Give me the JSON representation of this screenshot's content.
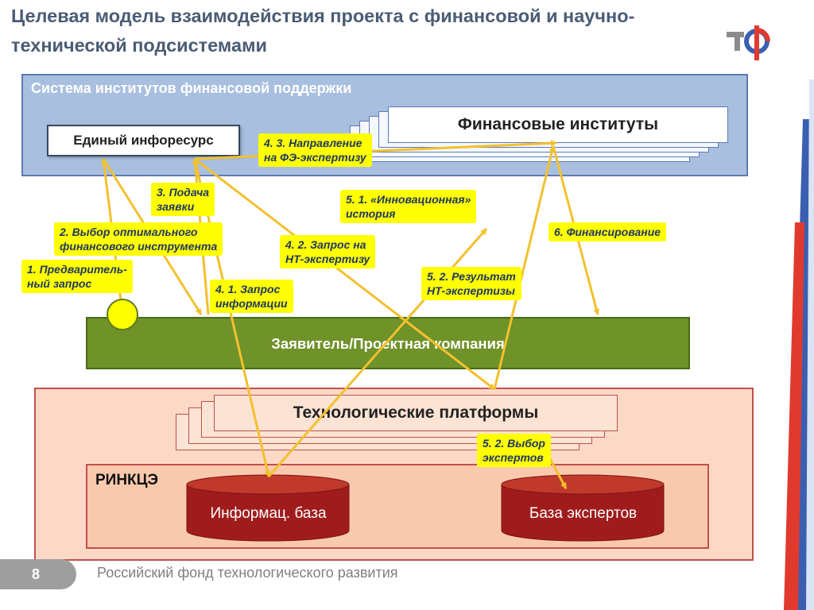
{
  "title": "Целевая модель взаимодействия проекта с финансовой и научно-технической подсистемами",
  "system": {
    "title": "Система институтов финансовой поддержки",
    "info_resource": "Единый инфоресурс",
    "financial_institutes": "Финансовые институты"
  },
  "applicant": "Заявитель/Проектная компания",
  "tech_platforms": "Технологические платформы",
  "rinkce": {
    "label": "РИНКЦЭ",
    "info_db": "Информац. база",
    "experts_db": "База экспертов"
  },
  "callouts": [
    {
      "id": "c1",
      "text": "1. Предваритель-\nный  запрос"
    },
    {
      "id": "c2",
      "text": "2.  Выбор оптимального\nфинансового инструмента"
    },
    {
      "id": "c3",
      "text": "3.  Подача\nзаявки"
    },
    {
      "id": "c41",
      "text": "4. 1. Запрос\nинформации"
    },
    {
      "id": "c42",
      "text": "4. 2. Запрос на\nНТ-экспертизу"
    },
    {
      "id": "c43",
      "text": "4. 3. Направление\nна ФЭ-экспертизу"
    },
    {
      "id": "c51",
      "text": "5. 1. «Инновационная»\nистория"
    },
    {
      "id": "c52",
      "text": "5. 2. Результат\nНТ-экспертизы"
    },
    {
      "id": "c52b",
      "text": "5. 2. Выбор\nэкспертов"
    },
    {
      "id": "c6",
      "text": "6. Финансирование"
    }
  ],
  "footer": {
    "page_number": "8",
    "organization": "Российский фонд технологического развития"
  },
  "colors": {
    "arrow": "#f2c12e",
    "callout_bg": "#ffff00",
    "system_bg": "#a9bfe0",
    "applicant_bg": "#6f9229",
    "cylinder": "#a01c1c"
  }
}
